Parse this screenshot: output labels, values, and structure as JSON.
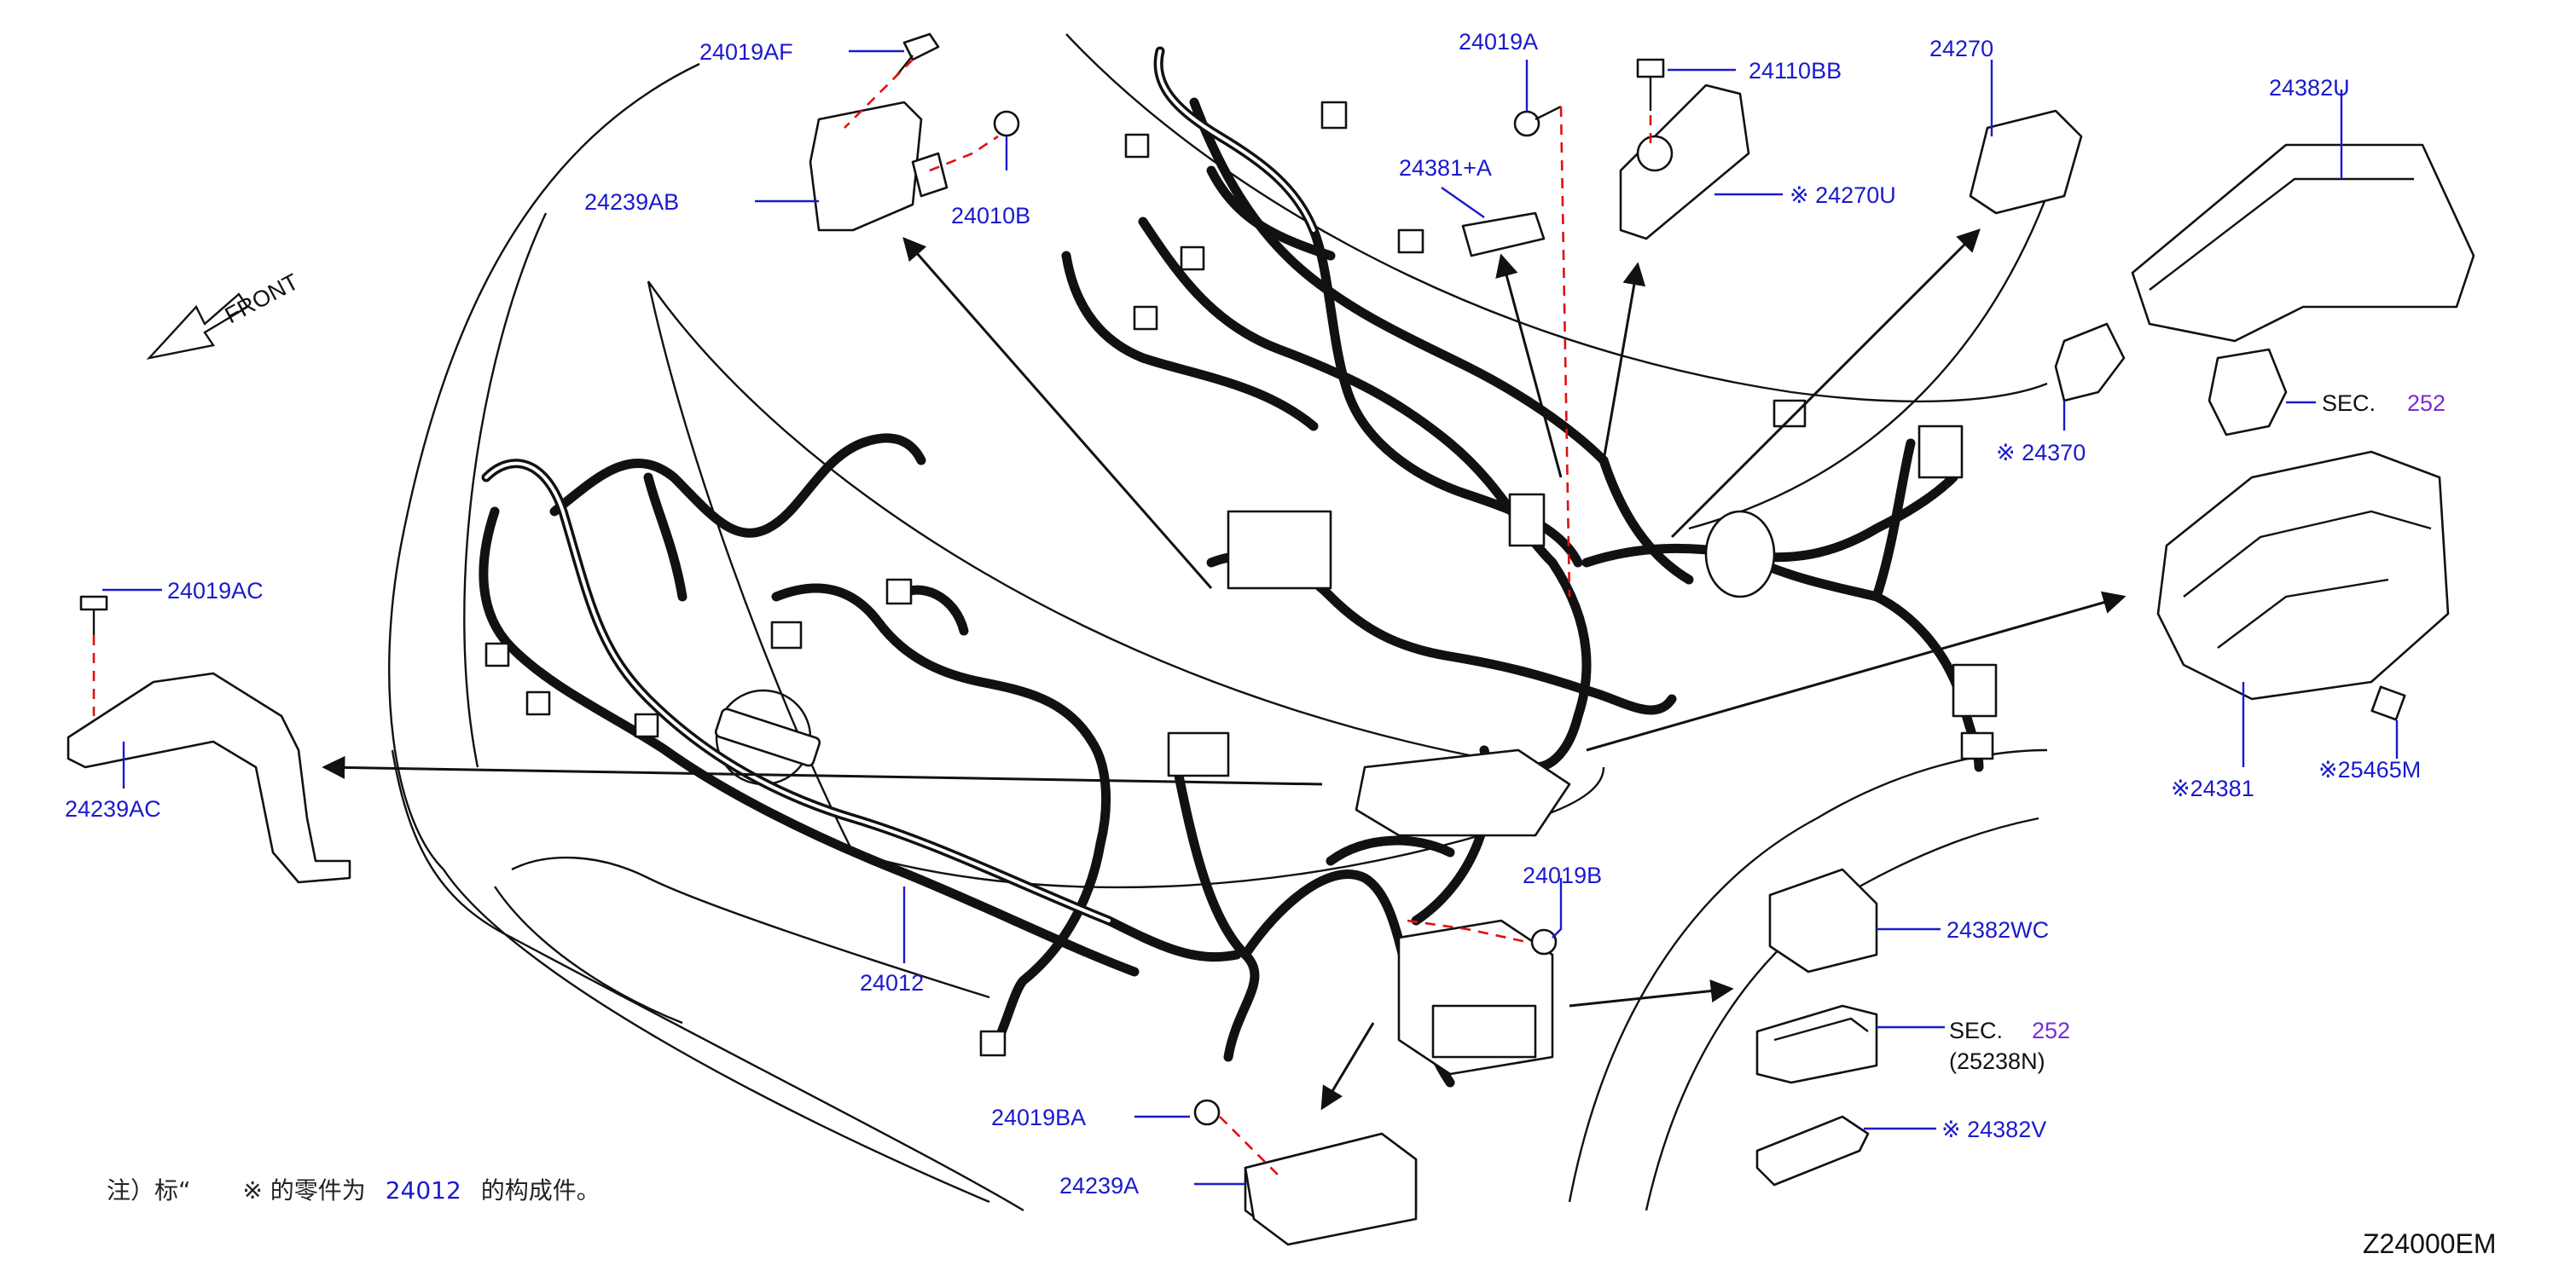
{
  "diagram": {
    "orientation_label": "FRONT",
    "diagram_code": "Z24000EM",
    "note": {
      "prefix": "注）标“",
      "mark": "※",
      "middle": "的零件为",
      "part": "24012",
      "suffix": "的构成件。"
    },
    "labels": {
      "p24019AF": "24019AF",
      "p24239AB": "24239AB",
      "p24010B": "24010B",
      "p24019A": "24019A",
      "p24381A": "24381+A",
      "p24110BB": "24110BB",
      "p24270U": "※ 24270U",
      "p24270": "24270",
      "p24382U": "24382U",
      "p24370": "※ 24370",
      "sec_252_top_prefix": "SEC.",
      "sec_252_top_num": "252",
      "p24019AC": "24019AC",
      "p24239AC": "24239AC",
      "p24012": "24012",
      "p24019B": "24019B",
      "p24382WC": "24382WC",
      "sec_252_bot_prefix": "SEC.",
      "sec_252_bot_num": "252",
      "sec_252_bot_sub": "(25238N)",
      "p24382V": "※ 24382V",
      "p24381": "※24381",
      "p25465M": "※25465M",
      "p24019BA": "24019BA",
      "p24239A": "24239A"
    },
    "colors": {
      "label_blue": "#1a1acc",
      "section_purple": "#7a2bd6",
      "dashed_red": "#e01010",
      "line_black": "#111111"
    }
  }
}
